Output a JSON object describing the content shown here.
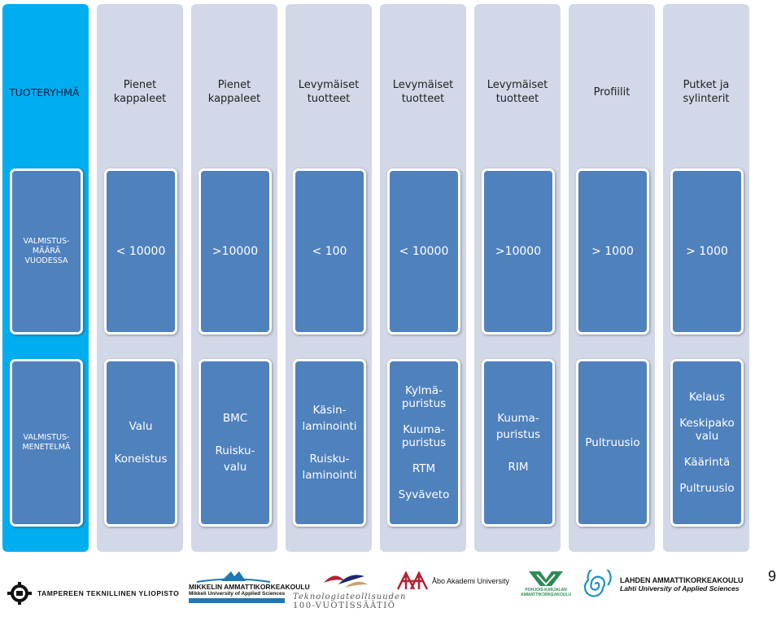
{
  "columns": [
    {
      "header": "TUOTERYHMÄ",
      "qty": "VALMISTUS-\nMÄÄRÄ\nVUODESSA",
      "method": "VALMISTUS-\nMENETELMÄ"
    },
    {
      "header": "Pienet\nkappaleet",
      "qty": "< 10000",
      "method": "Valu\n\nKoneistus"
    },
    {
      "header": "Pienet\nkappaleet",
      "qty": ">10000",
      "method": "BMC\n\nRuisku-\nvalu"
    },
    {
      "header": "Levymäiset\ntuotteet",
      "qty": "< 100",
      "method": "Käsin-\nlaminointi\n\nRuisku-\nlaminointi"
    },
    {
      "header": "Levymäiset\ntuotteet",
      "qty": "< 10000",
      "method": "Kylmä-\npuristus\n\nKuuma-\npuristus\n\nRTM\n\nSyväveto"
    },
    {
      "header": "Levymäiset\ntuotteet",
      "qty": ">10000",
      "method": "Kuuma-\npuristus\n\nRIM"
    },
    {
      "header": "Profiilit",
      "qty": "> 1000",
      "method": "Pultruusio"
    },
    {
      "header": "Putket ja\nsylinterit",
      "qty": "> 1000",
      "method": "Kelaus\n\nKeskipako\nvalu\n\nKäärintä\n\nPultruusio"
    }
  ],
  "footer": {
    "tty": "TAMPEREEN TEKNILLINEN YLIOPISTO",
    "mamk_1": "MIKKELIN AMMATTIKORKEAKOULU",
    "mamk_2": "Mikkeli University of Applied Sciences",
    "tek_1": "Teknologiateollisuuden",
    "tek_2": "100-VUOTISSÄÄTIÖ",
    "abo": "Åbo Akademi University",
    "pk_1": "POHJOIS-KARJALAN",
    "pk_2": "AMMATTIKORKEAKOULU",
    "lahti_1": "LAHDEN AMMATTIKORKEAKOULU",
    "lahti_2": "Lahti University of Applied Sciences"
  },
  "page_number": "9",
  "colors": {
    "accent": "#00aeef",
    "box": "#4f81bd",
    "column": "#d3d8e8"
  }
}
